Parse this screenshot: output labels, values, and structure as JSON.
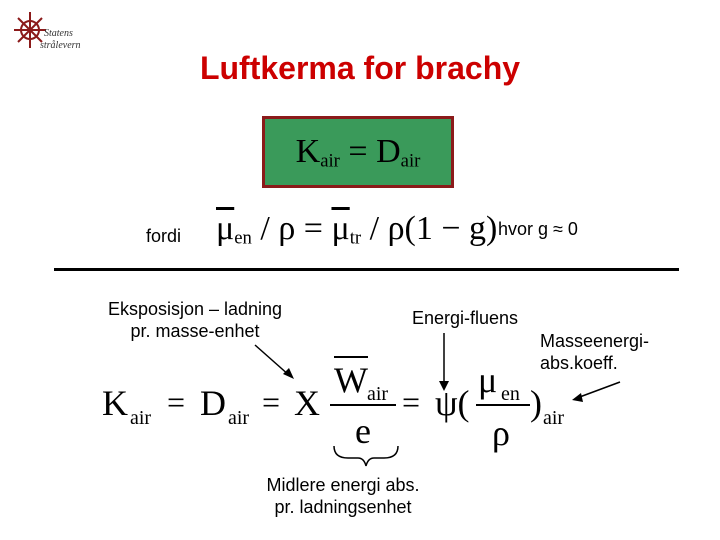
{
  "logo": {
    "line1": "Statens",
    "line2": "strålevern",
    "mark": "sun-emblem-icon"
  },
  "title": "Luftkerma for brachy",
  "box_formula": {
    "K": "K",
    "K_sub": "air",
    "eq": " = ",
    "D": "D",
    "D_sub": "air"
  },
  "row2": {
    "fordi": "fordi",
    "hvor": "hvor g ≈ 0",
    "formula": {
      "mu1": "μ",
      "mu1_sub": "en",
      "slash1": " / ρ = ",
      "mu2": "μ",
      "mu2_sub": "tr",
      "rest": " / ρ(1 − g)"
    }
  },
  "annotations": {
    "eksposisjon": [
      "Eksposisjon – ladning",
      "pr. masse-enhet"
    ],
    "energi": "Energi-fluens",
    "masseenergi": [
      "Masseenergi-",
      "abs.koeff."
    ],
    "midlere": [
      "Midlere energi abs.",
      "pr. ladningsenhet"
    ]
  },
  "main_formula": {
    "K": "K",
    "K_sub": "air",
    "eq1": "=",
    "D": "D",
    "D_sub": "air",
    "eq2": "=",
    "X": "X",
    "W": "W",
    "W_sub": "air",
    "e": "e",
    "eq3": "=",
    "psi": "ψ(",
    "mu": "μ",
    "mu_sub": "en",
    "rho": "ρ",
    "close": ")",
    "close_sub": "air"
  },
  "colors": {
    "title": "#cc0000",
    "box_fill": "#3a9a5a",
    "box_border": "#8b1a1a"
  }
}
